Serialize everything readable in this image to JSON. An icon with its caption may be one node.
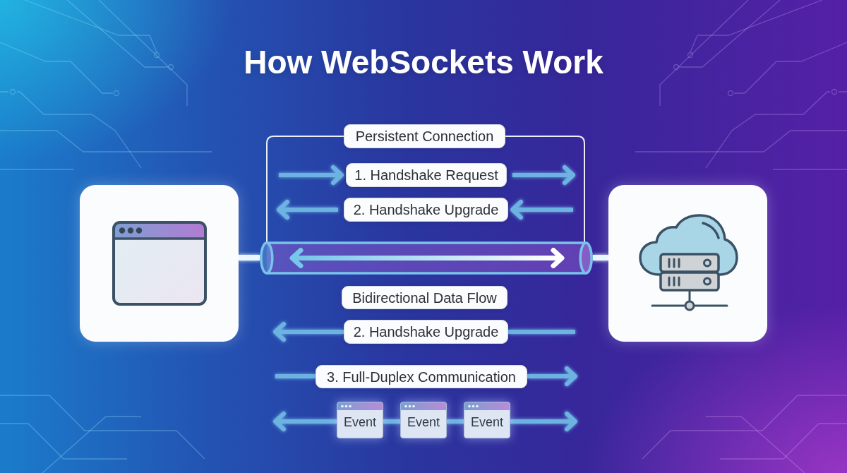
{
  "diagram": {
    "title": "How WebSockets Work",
    "nodes": [
      {
        "text": [],
        "shape": "picture"
      },
      {
        "text": [
          "Persistent Connection"
        ]
      },
      {
        "text": [
          "1. Handshake Request"
        ]
      },
      {
        "text": [
          "2. Handshake Upgrade"
        ]
      },
      {
        "text": [],
        "shape": "cylinder"
      },
      {
        "text": [
          "Bidirectional Data Flow"
        ]
      },
      {
        "text": [
          "2. Handshake Upgrade"
        ]
      },
      {
        "text": [
          "3. Full-Duplex Communication"
        ]
      },
      {
        "text": [
          "Event"
        ]
      },
      {
        "text": [
          "Event"
        ]
      },
      {
        "text": [
          "Event"
        ]
      },
      {
        "text": [],
        "shape": "picture"
      }
    ],
    "edges": [
      {
        "from": null,
        "to": 2,
        "arrow": "to"
      },
      {
        "from": 2,
        "to": null,
        "arrow": "to"
      },
      {
        "from": 3,
        "to": null,
        "arrow": "to"
      },
      {
        "from": null,
        "to": 3,
        "arrow": "to"
      },
      {
        "from": 0,
        "to": 4,
        "arrow": "none",
        "color": "#eaf6ff"
      },
      {
        "from": 4,
        "to": 11,
        "arrow": "none",
        "color": "#eaf6ff"
      },
      {
        "from": 6,
        "to": null,
        "arrow": "to"
      },
      {
        "from": null,
        "to": 6,
        "arrow": "none"
      },
      {
        "from": null,
        "to": 7,
        "arrow": "none"
      },
      {
        "from": 7,
        "to": null,
        "arrow": "to"
      },
      {
        "from": 8,
        "to": null,
        "arrow": "to"
      },
      {
        "from": 8,
        "to": 9,
        "arrow": "none"
      },
      {
        "from": 9,
        "to": 10,
        "arrow": "none"
      },
      {
        "from": 10,
        "to": null,
        "arrow": "to"
      }
    ]
  }
}
